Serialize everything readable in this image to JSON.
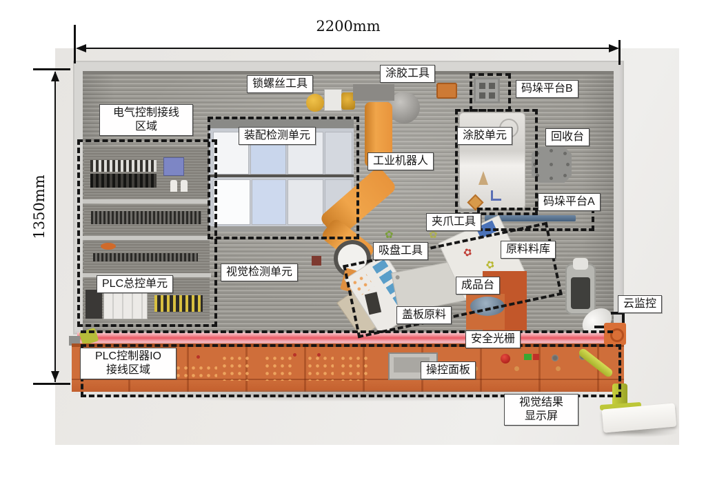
{
  "dimensions": {
    "width_label": "2200mm",
    "height_label": "1350mm"
  },
  "labels": {
    "screw_tool": "锁螺丝工具",
    "glue_tool": "涂胶工具",
    "pallet_platform_b": "码垛平台B",
    "electrical_wiring_line1": "电气控制接线",
    "electrical_wiring_line2": "区域",
    "assembly_unit": "装配检测单元",
    "industrial_robot": "工业机器人",
    "glue_unit": "涂胶单元",
    "recycle_station": "回收台",
    "pallet_platform_a": "码垛平台A",
    "gripper_tool": "夹爪工具",
    "suction_tool": "吸盘工具",
    "material_warehouse": "原料料库",
    "finished_product_table": "成品台",
    "cover_plate_material": "盖板原料",
    "safety_light_curtain": "安全光栅",
    "cloud_monitoring": "云监控",
    "plc_master_unit": "PLC总控单元",
    "vision_inspection_unit": "视觉检测单元",
    "plc_io_line1": "PLC控制器IO",
    "plc_io_line2": "接线区域",
    "vision_display_line1": "视觉结果",
    "vision_display_line2": "显示屏"
  },
  "colors": {
    "robot_orange": "#e8943c",
    "base_orange": "#cf6e3a",
    "safety_light_pink": "#ea5a64",
    "wall_gray": "#9a9892",
    "annotation_dash": "#161616",
    "label_background": "#ffffff",
    "pallet_bar_blue": "#5a7390"
  }
}
